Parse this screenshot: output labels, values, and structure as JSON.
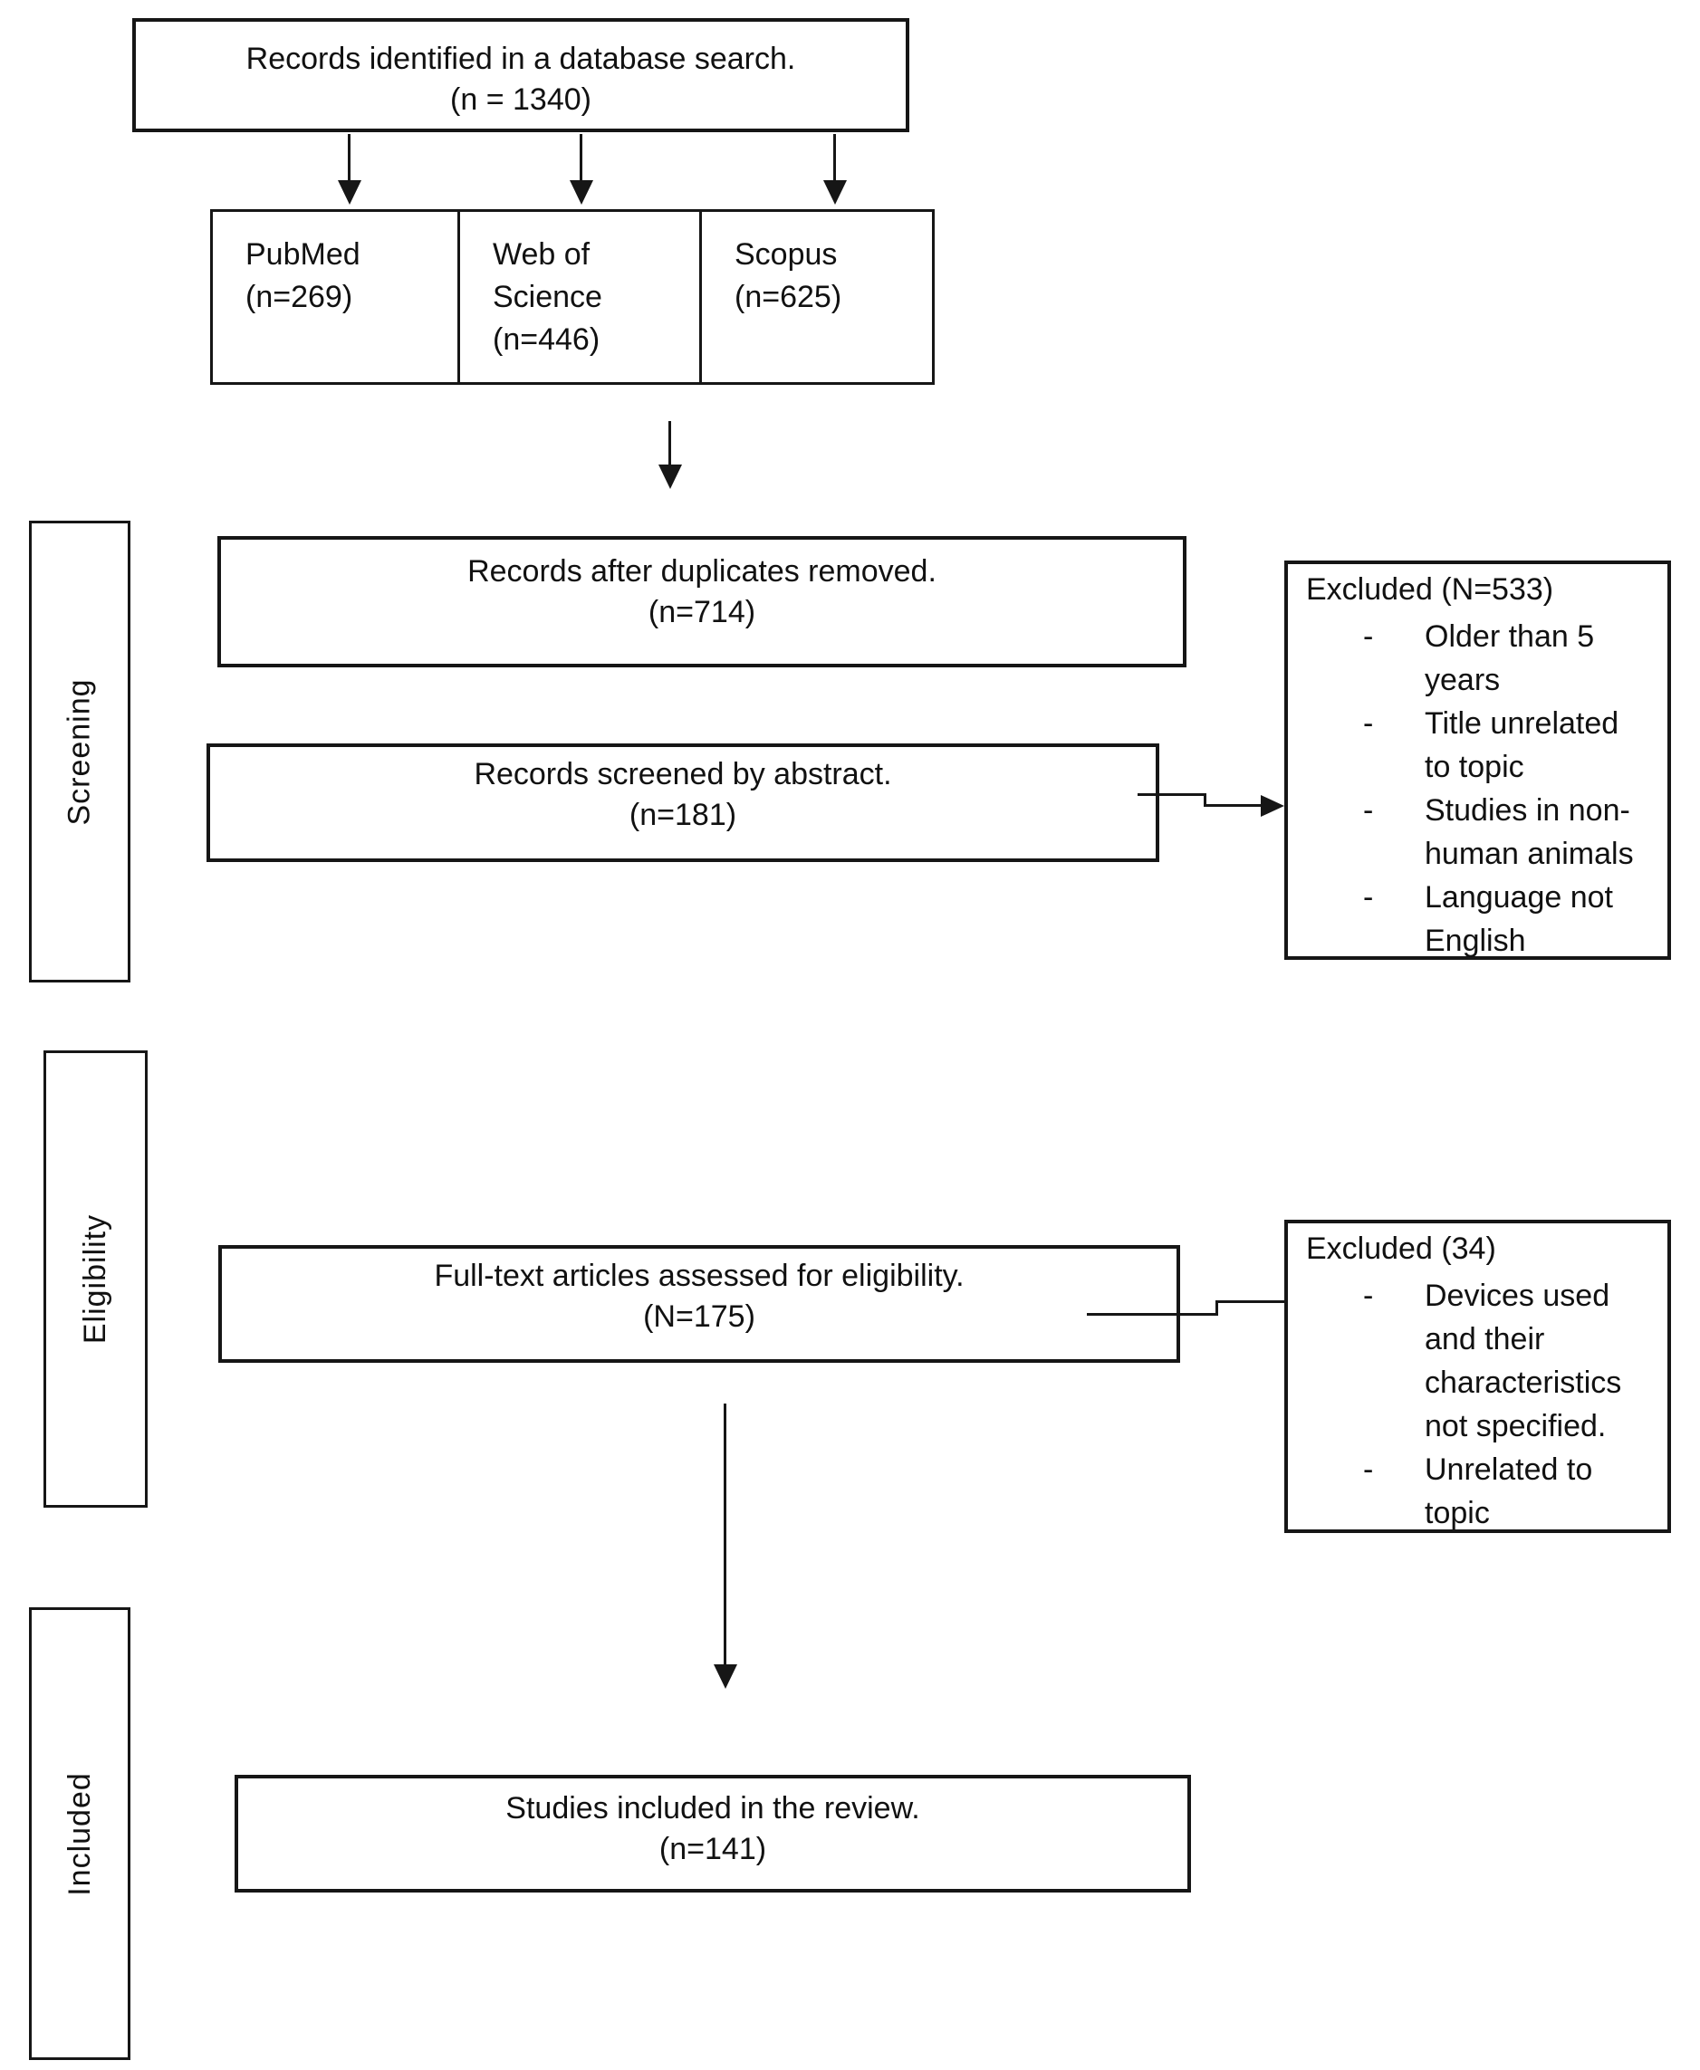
{
  "glyphs": {
    "dash": "-"
  },
  "labels": {
    "screening": "Screening",
    "eligibility": "Eligibility",
    "included": "Included"
  },
  "identification": {
    "database_search": {
      "line1": "Records identified in a database search.",
      "line2": "(n = 1340)"
    },
    "sources": [
      {
        "name": "PubMed",
        "count": "(n=269)"
      },
      {
        "name": "Web of Science",
        "count": "(n=446)"
      },
      {
        "name": "Scopus",
        "count": "(n=625)"
      }
    ]
  },
  "screening": {
    "duplicates_removed": {
      "line1": "Records after duplicates removed.",
      "line2": "(n=714)"
    },
    "screened_abstract": {
      "line1": "Records screened by abstract.",
      "line2": "(n=181)"
    },
    "excluded": {
      "header": "Excluded (N=533)",
      "items": [
        "Older than 5 years",
        "Title unrelated to topic",
        "Studies in non-human animals",
        "Language not English"
      ]
    }
  },
  "eligibility": {
    "fulltext_assessed": {
      "line1": "Full-text articles assessed for eligibility.",
      "line2": "(N=175)"
    },
    "excluded": {
      "header": "Excluded (34)",
      "items": [
        "Devices used and their characteristics not specified.",
        "Unrelated to topic"
      ]
    }
  },
  "included": {
    "studies_included": {
      "line1": "Studies included in the review.",
      "line2": "(n=141)"
    }
  }
}
